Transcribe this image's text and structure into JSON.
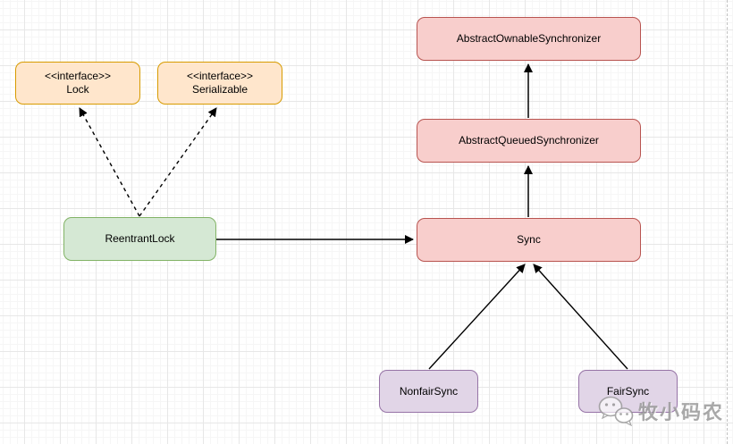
{
  "diagram": {
    "type": "uml-class-diagram",
    "nodes": [
      {
        "id": "lock",
        "stereotype": "<<interface>>",
        "label": "Lock",
        "color": "orange"
      },
      {
        "id": "serializable",
        "stereotype": "<<interface>>",
        "label": "Serializable",
        "color": "orange"
      },
      {
        "id": "abstract-ownable-synchronizer",
        "label": "AbstractOwnableSynchronizer",
        "color": "red"
      },
      {
        "id": "abstract-queued-synchronizer",
        "label": "AbstractQueuedSynchronizer",
        "color": "red"
      },
      {
        "id": "sync",
        "label": "Sync",
        "color": "red"
      },
      {
        "id": "reentrant-lock",
        "label": "ReentrantLock",
        "color": "green"
      },
      {
        "id": "nonfair-sync",
        "label": "NonfairSync",
        "color": "purple"
      },
      {
        "id": "fair-sync",
        "label": "FairSync",
        "color": "purple"
      }
    ],
    "edges": [
      {
        "from": "ReentrantLock",
        "to": "Lock",
        "style": "dashed",
        "arrow": "filled"
      },
      {
        "from": "ReentrantLock",
        "to": "Serializable",
        "style": "dashed",
        "arrow": "filled"
      },
      {
        "from": "ReentrantLock",
        "to": "Sync",
        "style": "solid",
        "arrow": "filled"
      },
      {
        "from": "Sync",
        "to": "AbstractQueuedSynchronizer",
        "style": "solid",
        "arrow": "filled"
      },
      {
        "from": "AbstractQueuedSynchronizer",
        "to": "AbstractOwnableSynchronizer",
        "style": "solid",
        "arrow": "filled"
      },
      {
        "from": "NonfairSync",
        "to": "Sync",
        "style": "solid",
        "arrow": "filled"
      },
      {
        "from": "FairSync",
        "to": "Sync",
        "style": "solid",
        "arrow": "filled"
      }
    ],
    "palette": {
      "orange": {
        "fill": "#ffe6cc",
        "stroke": "#d79b00"
      },
      "red": {
        "fill": "#f8cecc",
        "stroke": "#b85450"
      },
      "green": {
        "fill": "#d5e8d4",
        "stroke": "#82b366"
      },
      "purple": {
        "fill": "#e1d5e7",
        "stroke": "#9673a6"
      },
      "edge_color": "#000000",
      "grid_minor": "#f6f6f6",
      "grid_major": "#e7e7e7"
    },
    "watermark": {
      "icon": "wechat-icon",
      "text": "牧小码农"
    }
  }
}
